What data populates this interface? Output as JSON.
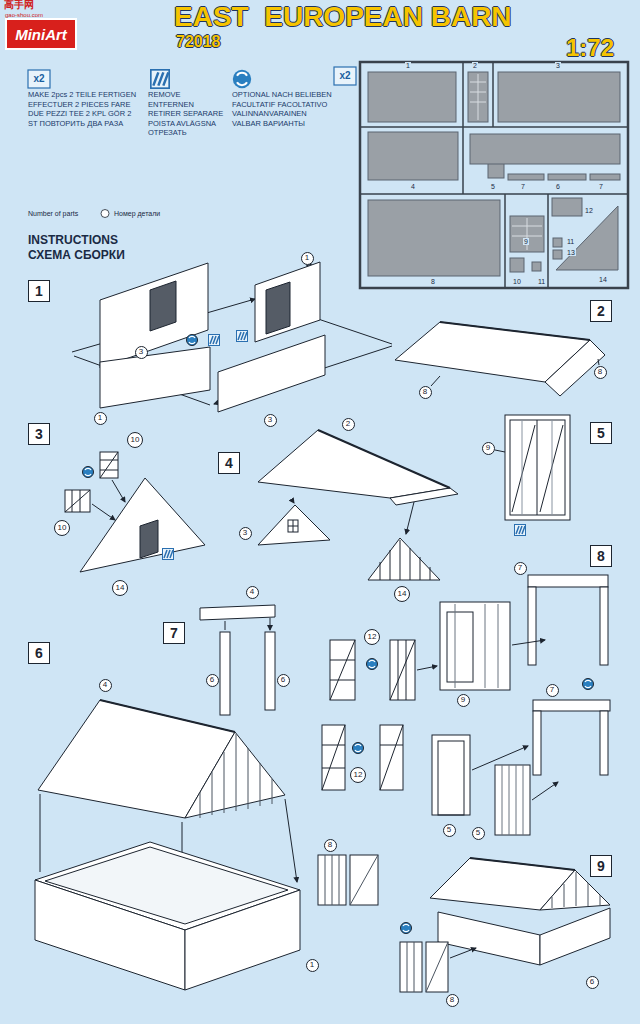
{
  "diagram": {
    "title": "EAST  EUROPEAN BARN",
    "nodes": [
      {
        "text": [
          "MiniArt"
        ]
      },
      {
        "text": [
          "1"
        ]
      },
      {
        "text": [
          "2"
        ]
      },
      {
        "text": [
          "3"
        ]
      },
      {
        "text": [
          "5"
        ]
      },
      {
        "text": [
          "4"
        ]
      },
      {
        "text": [
          "8"
        ]
      },
      {
        "text": [
          "7"
        ]
      },
      {
        "text": [
          "6"
        ]
      },
      {
        "text": [
          "9"
        ]
      }
    ],
    "labels": [
      "高手网",
      "gao-shou.com",
      "72018",
      "1:72",
      "x2",
      "x2",
      "Number of parts",
      "Номер детали",
      "INSTRUCTIONS",
      "СХЕМА СБОРКИ",
      "1",
      "2",
      "3",
      "4",
      "5",
      "7",
      "6",
      "7",
      "12",
      "9",
      "11",
      "13",
      "8",
      "10",
      "11",
      "14",
      "1",
      "3",
      "1",
      "3",
      "8",
      "8",
      "10",
      "10",
      "14",
      "2",
      "3",
      "14",
      "9",
      "4",
      "6",
      "6",
      "7",
      "12",
      "9",
      "12",
      "5",
      "5",
      "7",
      "4",
      "1",
      "8",
      "8",
      "6"
    ],
    "legend": [
      {
        "text": "MAKE 2pcs 2 TEILE FERTIGEN EFFECTUER 2 PIECES FARE DUE PEZZI TEE 2 KPL GÖR 2 ST ПОВТОРИТЬ ДВА РАЗА"
      },
      {
        "text": "REMOVE ENTFERNEN RETIRER SEPARARE POISTA AVLÄGSNA ОТРЕЗАТЬ"
      },
      {
        "text": "OPTIONAL NACH BELIEBEN FACULTATIF FACOLTATIVO VALINNANVARAINEN VALBAR ВАРИАНТЫ"
      }
    ]
  }
}
